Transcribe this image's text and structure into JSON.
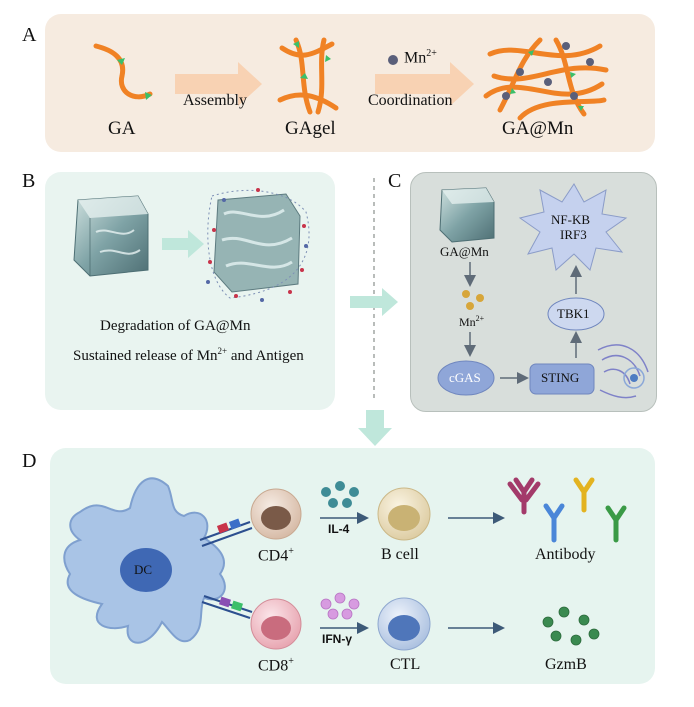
{
  "panel_a": {
    "letter": "A",
    "ga_label": "GA",
    "assembly_label": "Assembly",
    "gagel_label": "GAgel",
    "mn_label": "Mn",
    "mn_charge": "2+",
    "coordination_label": "Coordination",
    "gamn_label": "GA@Mn"
  },
  "panel_b": {
    "letter": "B",
    "line1": "Degradation of GA@Mn",
    "line2_pre": "Sustained release of Mn",
    "line2_sup": "2+",
    "line2_post": " and Antigen"
  },
  "panel_c": {
    "letter": "C",
    "gamn_label": "GA@Mn",
    "mn_label": "Mn",
    "mn_charge": "2+",
    "cgas_label": "cGAS",
    "sting_label": "STING",
    "tbk1_label": "TBK1",
    "nfkb_label": "NF-KB",
    "irf3_label": "IRF3"
  },
  "panel_d": {
    "letter": "D",
    "dc_label": "DC",
    "cd4_label": "CD4",
    "cd4_sup": "+",
    "cd8_label": "CD8",
    "cd8_sup": "+",
    "il4_label": "IL-4",
    "ifng_label": "IFN-γ",
    "bcell_label": "B cell",
    "ctl_label": "CTL",
    "antibody_label": "Antibody",
    "gzmb_label": "GzmB"
  },
  "colors": {
    "panel_a_bg": "#f6ebe0",
    "panel_bc_bg": "#e9f4f0",
    "panel_c_bg": "#d8dedb",
    "panel_d_bg": "#e6f4ef",
    "fiber": "#f08225",
    "arrow_green": "#3bbf6a",
    "mn_dot": "#5a5f7a",
    "node_blue": "#8fa6d8",
    "dc_blue": "#a9c4e6"
  }
}
